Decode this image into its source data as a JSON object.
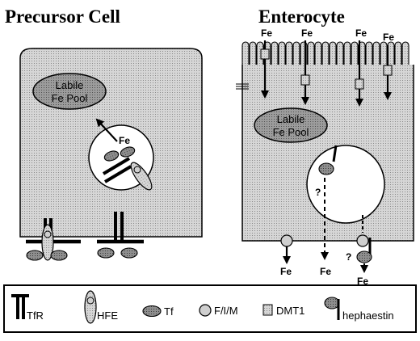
{
  "panels": {
    "left_title": "Precursor Cell",
    "right_title": "Enterocyte"
  },
  "labels": {
    "pool_line1": "Labile",
    "pool_line2": "Fe Pool",
    "fe": "Fe",
    "question": "?"
  },
  "legend": {
    "tfr": "TfR",
    "hfe": "HFE",
    "tf": "Tf",
    "ferritin": "F/I/M",
    "dmt1": "DMT1",
    "hephaestin": "hephaestin"
  },
  "colors": {
    "cell_fill": "#d4d4d4",
    "pool_fill": "#9a9a9a",
    "tf_fill": "#8c8c8c",
    "stroke": "#000000"
  }
}
